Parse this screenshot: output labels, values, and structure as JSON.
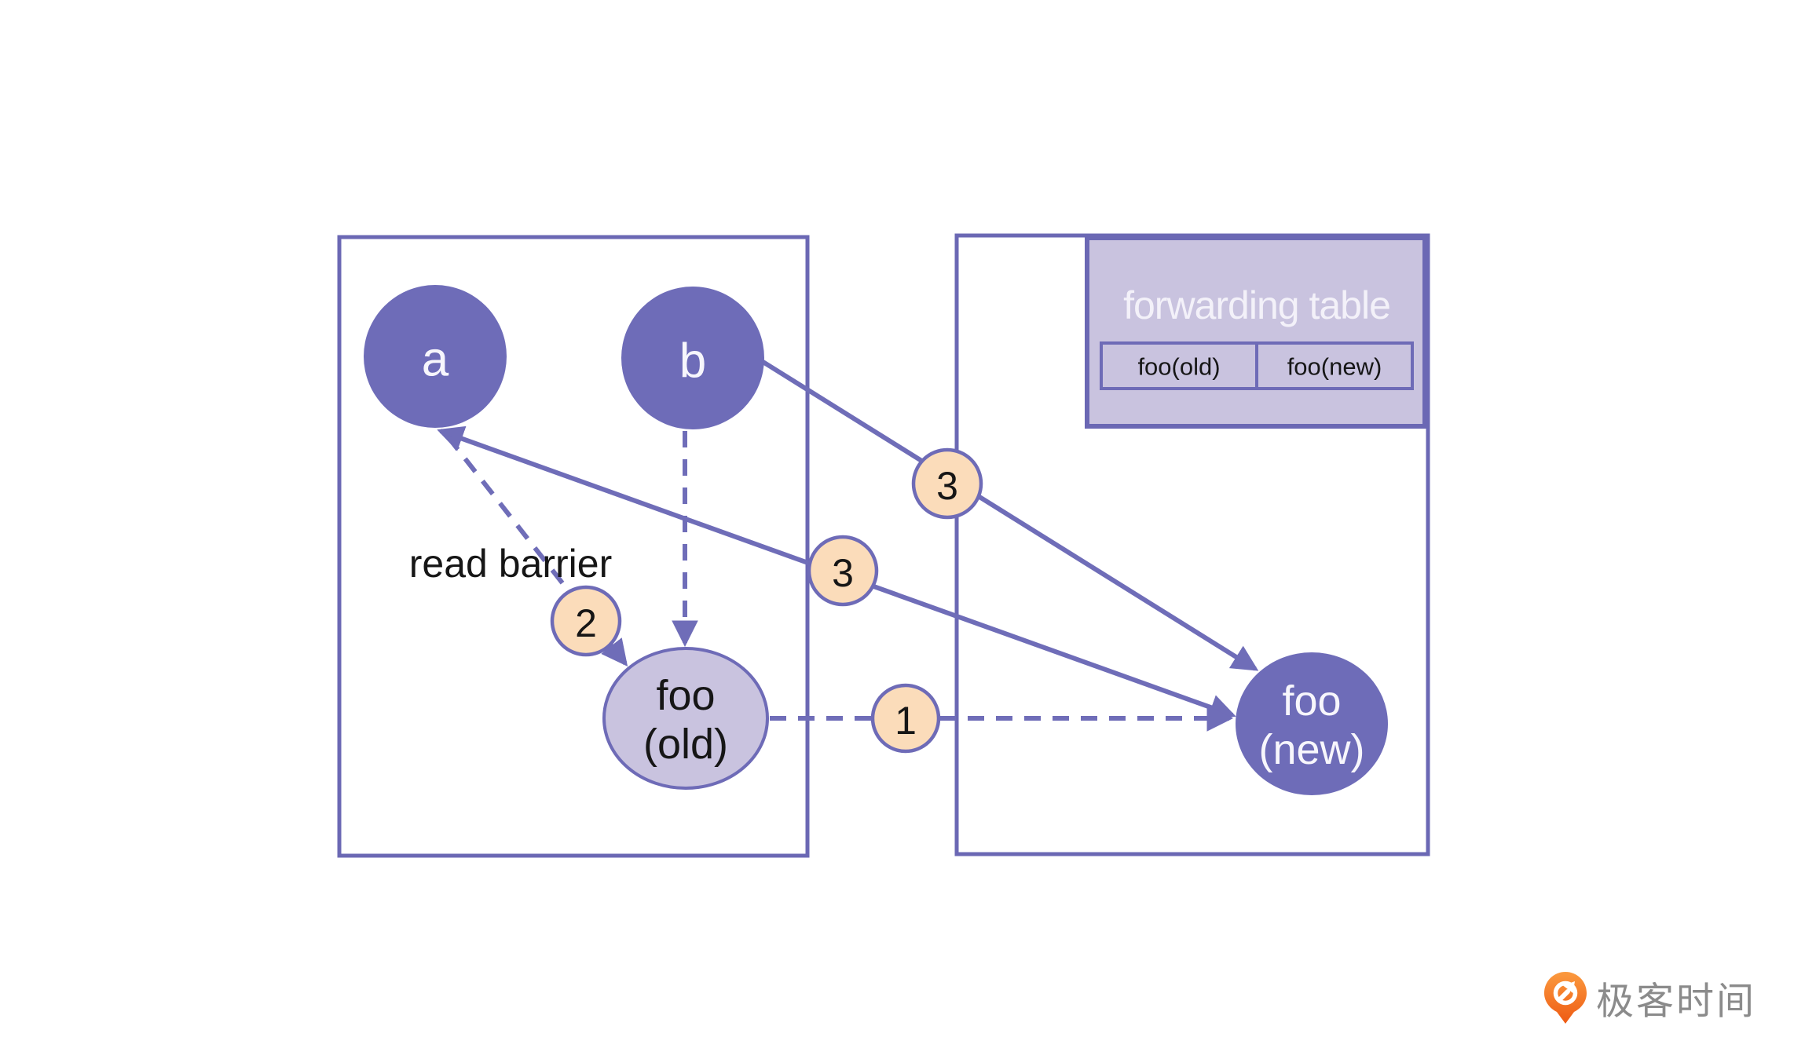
{
  "nodes": {
    "a": {
      "label": "a"
    },
    "b": {
      "label": "b"
    },
    "foo_old": {
      "line1": "foo",
      "line2": "(old)"
    },
    "foo_new": {
      "line1": "foo",
      "line2": "(new)"
    }
  },
  "labels": {
    "read_barrier": "read barrier"
  },
  "badges": {
    "forward_step": {
      "label": "1"
    },
    "read_step": {
      "label": "2"
    },
    "remap_b_step": {
      "label": "3"
    },
    "remap_a_step": {
      "label": "3"
    }
  },
  "forwarding_table": {
    "title": "forwarding table",
    "cells": [
      "foo(old)",
      "foo(new)"
    ]
  },
  "logo": {
    "text": "极客时间"
  },
  "colors": {
    "node_purple": "#6e6cb8",
    "lavender_fill": "#c9c3df",
    "edge_purple": "#6f6db8",
    "box_border": "#6b68b4",
    "badge_fill": "#fbdcba",
    "badge_border": "#6e6bb7",
    "title_white": "#f3f1f9",
    "text_black": "#161616",
    "logo_orange": "#f1611c",
    "logo_gray": "#8b8b8b"
  }
}
